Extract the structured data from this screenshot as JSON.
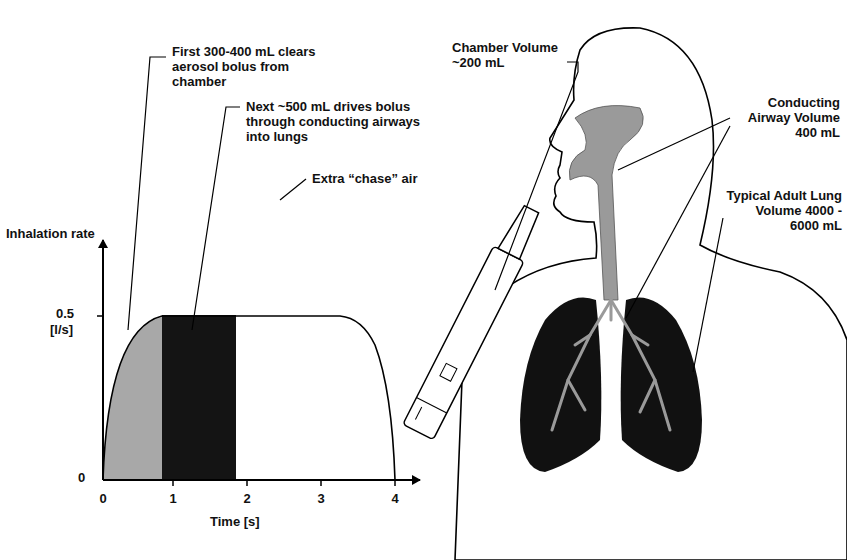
{
  "diagram": {
    "labels": [
      "First 300-400 mL clears aerosol bolus from chamber",
      "Next ~500 mL drives bolus through conducting airways into lungs",
      "Extra “chase” air",
      "Inhalation rate",
      "0.5",
      "[l/s]",
      "0",
      "0",
      "1",
      "2",
      "3",
      "4",
      "Time [s]",
      "Chamber Volume ~200 mL",
      "Conducting Airway Volume 400 mL",
      "Typical Adult Lung Volume 4000 - 6000 mL"
    ]
  }
}
